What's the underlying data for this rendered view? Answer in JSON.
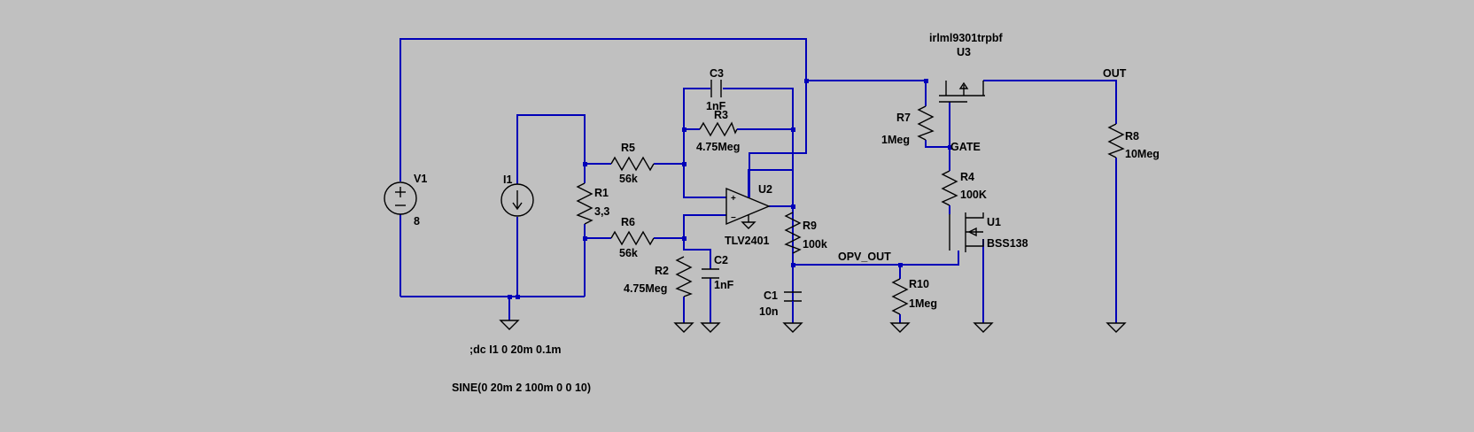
{
  "colors": {
    "background": "#c0c0c0",
    "wire": "#0000b8",
    "component": "#000000"
  },
  "components": {
    "V1": {
      "ref": "V1",
      "value": "8",
      "type": "voltage-source"
    },
    "I1": {
      "ref": "I1",
      "type": "current-source"
    },
    "R1": {
      "ref": "R1",
      "value": "3,3",
      "type": "resistor"
    },
    "R2": {
      "ref": "R2",
      "value": "4.75Meg",
      "type": "resistor"
    },
    "R3": {
      "ref": "R3",
      "value": "4.75Meg",
      "type": "resistor"
    },
    "R4": {
      "ref": "R4",
      "value": "100K",
      "type": "resistor"
    },
    "R5": {
      "ref": "R5",
      "value": "56k",
      "type": "resistor"
    },
    "R6": {
      "ref": "R6",
      "value": "56k",
      "type": "resistor"
    },
    "R7": {
      "ref": "R7",
      "value": "1Meg",
      "type": "resistor"
    },
    "R8": {
      "ref": "R8",
      "value": "10Meg",
      "type": "resistor"
    },
    "R9": {
      "ref": "R9",
      "value": "100k",
      "type": "resistor"
    },
    "R10": {
      "ref": "R10",
      "value": "1Meg",
      "type": "resistor"
    },
    "C1": {
      "ref": "C1",
      "value": "10n",
      "type": "capacitor"
    },
    "C2": {
      "ref": "C2",
      "value": "1nF",
      "type": "capacitor"
    },
    "C3": {
      "ref": "C3",
      "value": "1nF",
      "type": "capacitor"
    },
    "U1": {
      "ref": "U1",
      "value": "BSS138",
      "type": "nmos"
    },
    "U2": {
      "ref": "U2",
      "value": "TLV2401",
      "type": "opamp"
    },
    "U3": {
      "ref": "U3",
      "value": "irlml9301trpbf",
      "type": "pmos"
    }
  },
  "nets": {
    "out": "OUT",
    "gate": "GATE",
    "opv_out": "OPV_OUT"
  },
  "directives": {
    "dc": ";dc I1 0 20m 0.1m",
    "sine": "SINE(0 20m 2 100m 0 0 10)"
  },
  "symbols": {
    "plus": "+",
    "minus": "−"
  }
}
